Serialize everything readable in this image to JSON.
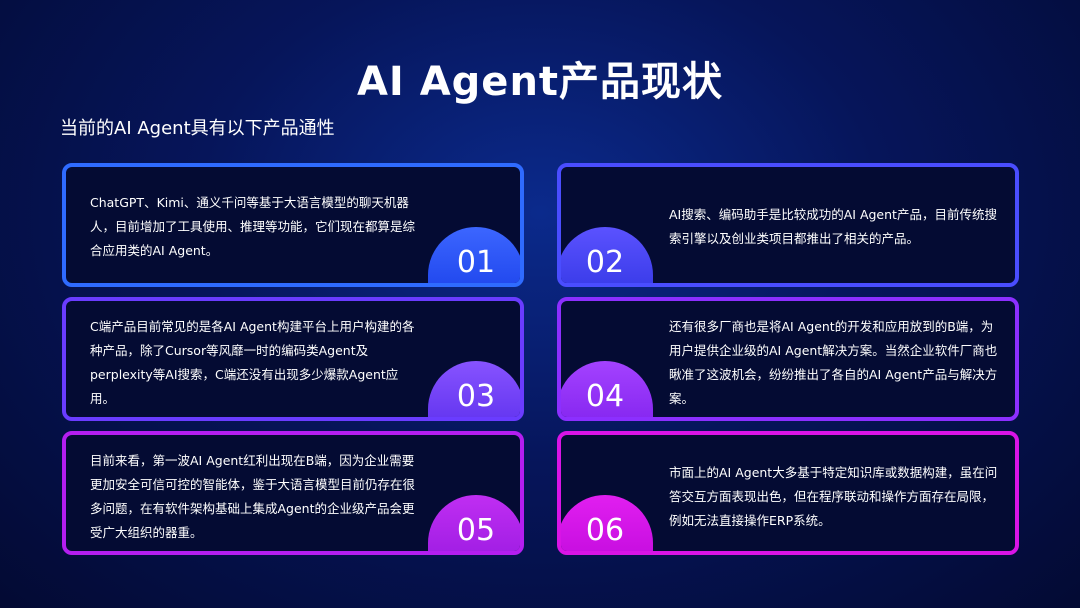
{
  "title": "AI Agent产品现状",
  "subtitle": "当前的AI Agent具有以下产品通性",
  "cards": [
    {
      "num": "01",
      "text": "ChatGPT、Kimi、通义千问等基于大语言模型的聊天机器人，目前增加了工具使用、推理等功能，它们现在都算是综合应用类的AI Agent。"
    },
    {
      "num": "02",
      "text": "AI搜索、编码助手是比较成功的AI Agent产品，目前传统搜索引擎以及创业类项目都推出了相关的产品。"
    },
    {
      "num": "03",
      "text": "C端产品目前常见的是各AI Agent构建平台上用户构建的各种产品，除了Cursor等风靡一时的编码类Agent及perplexity等AI搜索，C端还没有出现多少爆款Agent应用。"
    },
    {
      "num": "04",
      "text": "还有很多厂商也是将AI Agent的开发和应用放到的B端，为用户提供企业级的AI Agent解决方案。当然企业软件厂商也瞅准了这波机会，纷纷推出了各自的AI Agent产品与解决方案。"
    },
    {
      "num": "05",
      "text": "目前来看，第一波AI Agent红利出现在B端，因为企业需要更加安全可信可控的智能体，鉴于大语言模型目前仍存在很多问题，在有软件架构基础上集成Agent的企业级产品会更受广大组织的器重。"
    },
    {
      "num": "06",
      "text": "市面上的AI Agent大多基于特定知识库或数据构建，虽在问答交互方面表现出色，但在程序联动和操作方面存在局限，例如无法直接操作ERP系统。"
    }
  ],
  "colors": {
    "background": "#06155a",
    "card_fill": "#040b33",
    "border_01": "#2f6bff",
    "border_02": "#4a4dff",
    "border_03": "#6a3cff",
    "border_04": "#8c2fff",
    "border_05": "#b41ef0",
    "border_06": "#d914e6"
  }
}
